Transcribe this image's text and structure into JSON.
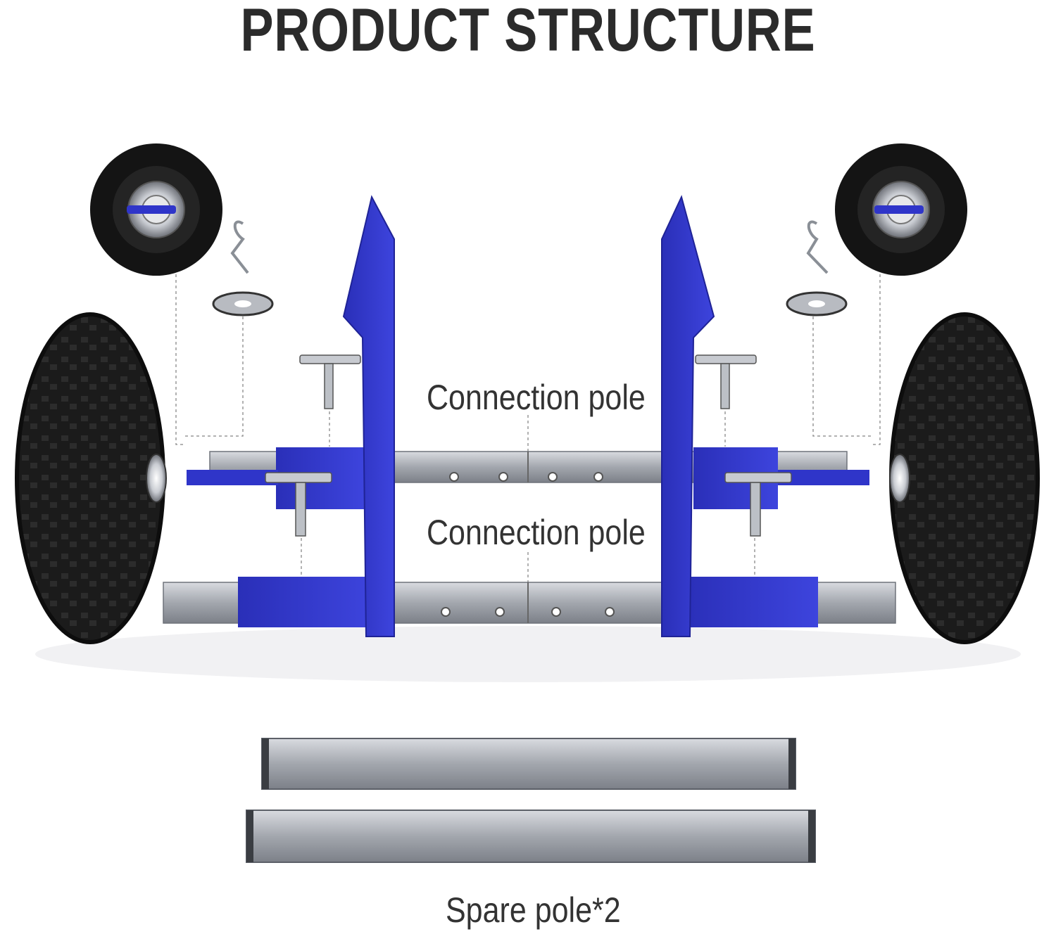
{
  "title": "PRODUCT STRUCTURE",
  "labels": {
    "connection_pole_top": "Connection pole",
    "connection_pole_bottom": "Connection pole",
    "spare_pole": "Spare pole*2"
  },
  "colors": {
    "frame_blue": "#2f35c9",
    "tire_black": "#1a1a1a",
    "pole_gray": "#9a9ea6",
    "text_dark": "#2b2b2b"
  }
}
